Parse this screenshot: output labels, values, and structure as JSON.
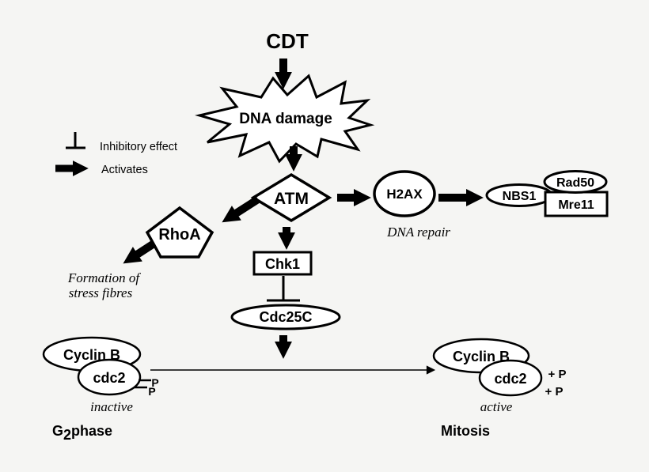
{
  "colors": {
    "background": "#f5f5f3",
    "line": "#000000",
    "shape_fill": "#ffffff",
    "text": "#000000"
  },
  "legend": {
    "inhibitory_label": "Inhibitory effect",
    "activates_label": "Activates"
  },
  "pathway": {
    "cdt": "CDT",
    "dna_damage": "DNA damage",
    "atm": "ATM",
    "rhoa": "RhoA",
    "h2ax": "H2AX",
    "dna_repair_caption": "DNA repair",
    "nbs1": "NBS1",
    "rad50": "Rad50",
    "mre11": "Mre11",
    "chk1": "Chk1",
    "cdc25c": "Cdc25C",
    "formation_line1": "Formation of",
    "formation_line2": "stress fibres"
  },
  "g2_complex": {
    "cyclin_b": "Cyclin B",
    "cdc2": "cdc2",
    "p1": "P",
    "p2": "P",
    "state": "inactive",
    "phase_g": "G",
    "phase_sub": "2",
    "phase_rest": "phase"
  },
  "mitosis_complex": {
    "cyclin_b": "Cyclin B",
    "cdc2": "cdc2",
    "p1": "+ P",
    "p2": "+ P",
    "state": "active",
    "phase": "Mitosis"
  }
}
